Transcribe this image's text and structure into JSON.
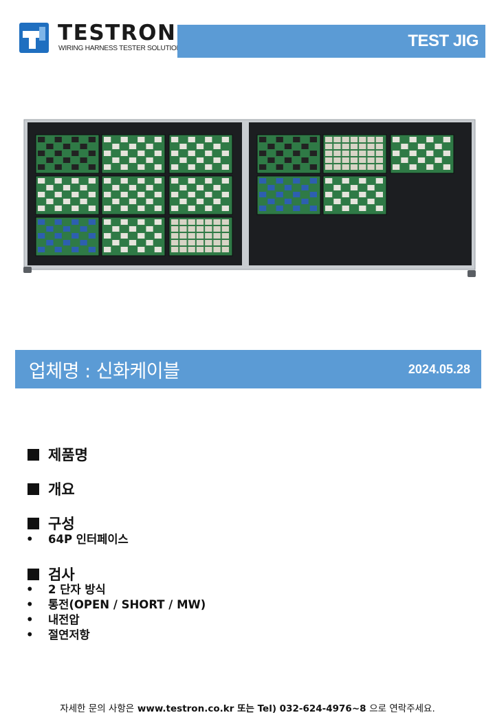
{
  "header": {
    "brand": "TESTRON",
    "tagline": "WIRING HARNESS TESTER SOLUTIONS",
    "category": "TEST JIG"
  },
  "company": {
    "name": "업체명 : 신화케이블",
    "date": "2024.05.28"
  },
  "sections": {
    "product": {
      "title": "제품명"
    },
    "overview": {
      "title": "개요"
    },
    "composition": {
      "title": "구성",
      "items": [
        "64P 인터페이스"
      ]
    },
    "inspection": {
      "title": "검사",
      "items": [
        "2 단자 방식",
        "통전(OPEN / SHORT / MW)",
        "내전압",
        "절연저항"
      ]
    }
  },
  "footer": {
    "pre": "자세한 문의 사항은",
    "site": "www.testron.co.kr",
    "mid": "또는 Tel) 032-624-4976~8",
    "post": "으로 연락주세요."
  },
  "colors": {
    "accent": "#5b9bd5",
    "logo_blue": "#1f6fc0"
  },
  "icons": {
    "logo": "testron-logo-icon",
    "bullet_square": "square-bullet-icon"
  }
}
